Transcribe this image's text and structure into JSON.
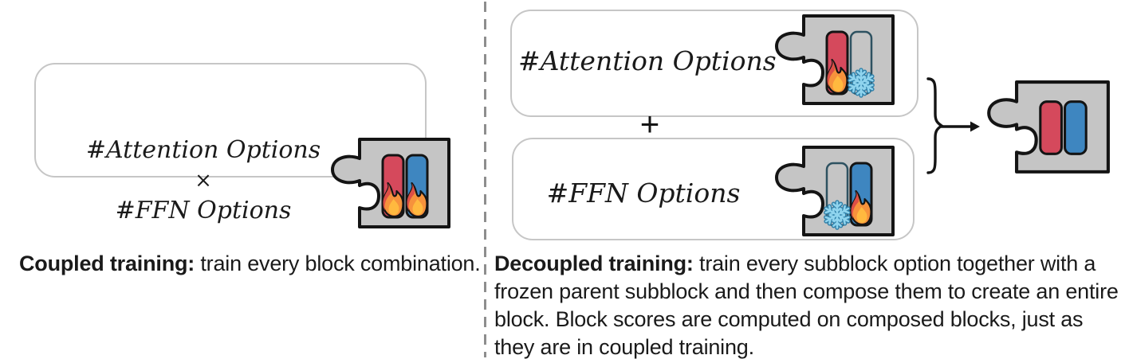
{
  "colors": {
    "red": "#D5495C",
    "blue": "#3E86C0",
    "piece_gray": "#C5C5C5",
    "ink": "#141414",
    "frozen_outline": "#2E5261",
    "flame_orange": "#F6923C",
    "flame_red": "#DD4F46",
    "flame_inner": "#FFB93F",
    "snow_light": "#8FD4EE",
    "snow_dark": "#2F7FA8",
    "box_border": "#C6C6C6",
    "divider": "#8E8E8E",
    "text": "#1A1A1A"
  },
  "left_panel": {
    "box": {
      "attention_label": "#Attention Options",
      "times_operator": "×",
      "ffn_label": "#FFN Options"
    },
    "caption_lead": "Coupled training:",
    "caption_text": " train every block combination."
  },
  "right_panel": {
    "attention_box_label": "#Attention Options",
    "plus_operator": "+",
    "ffn_box_label": "#FFN Options",
    "caption_lead": "Decoupled training:",
    "caption_line1_rest": " train every subblock option together with a",
    "caption_line2": "frozen parent subblock and then compose them to create an entire",
    "caption_line3": "block. Block scores are computed on composed blocks, just as",
    "caption_line4": "they are in coupled training."
  }
}
